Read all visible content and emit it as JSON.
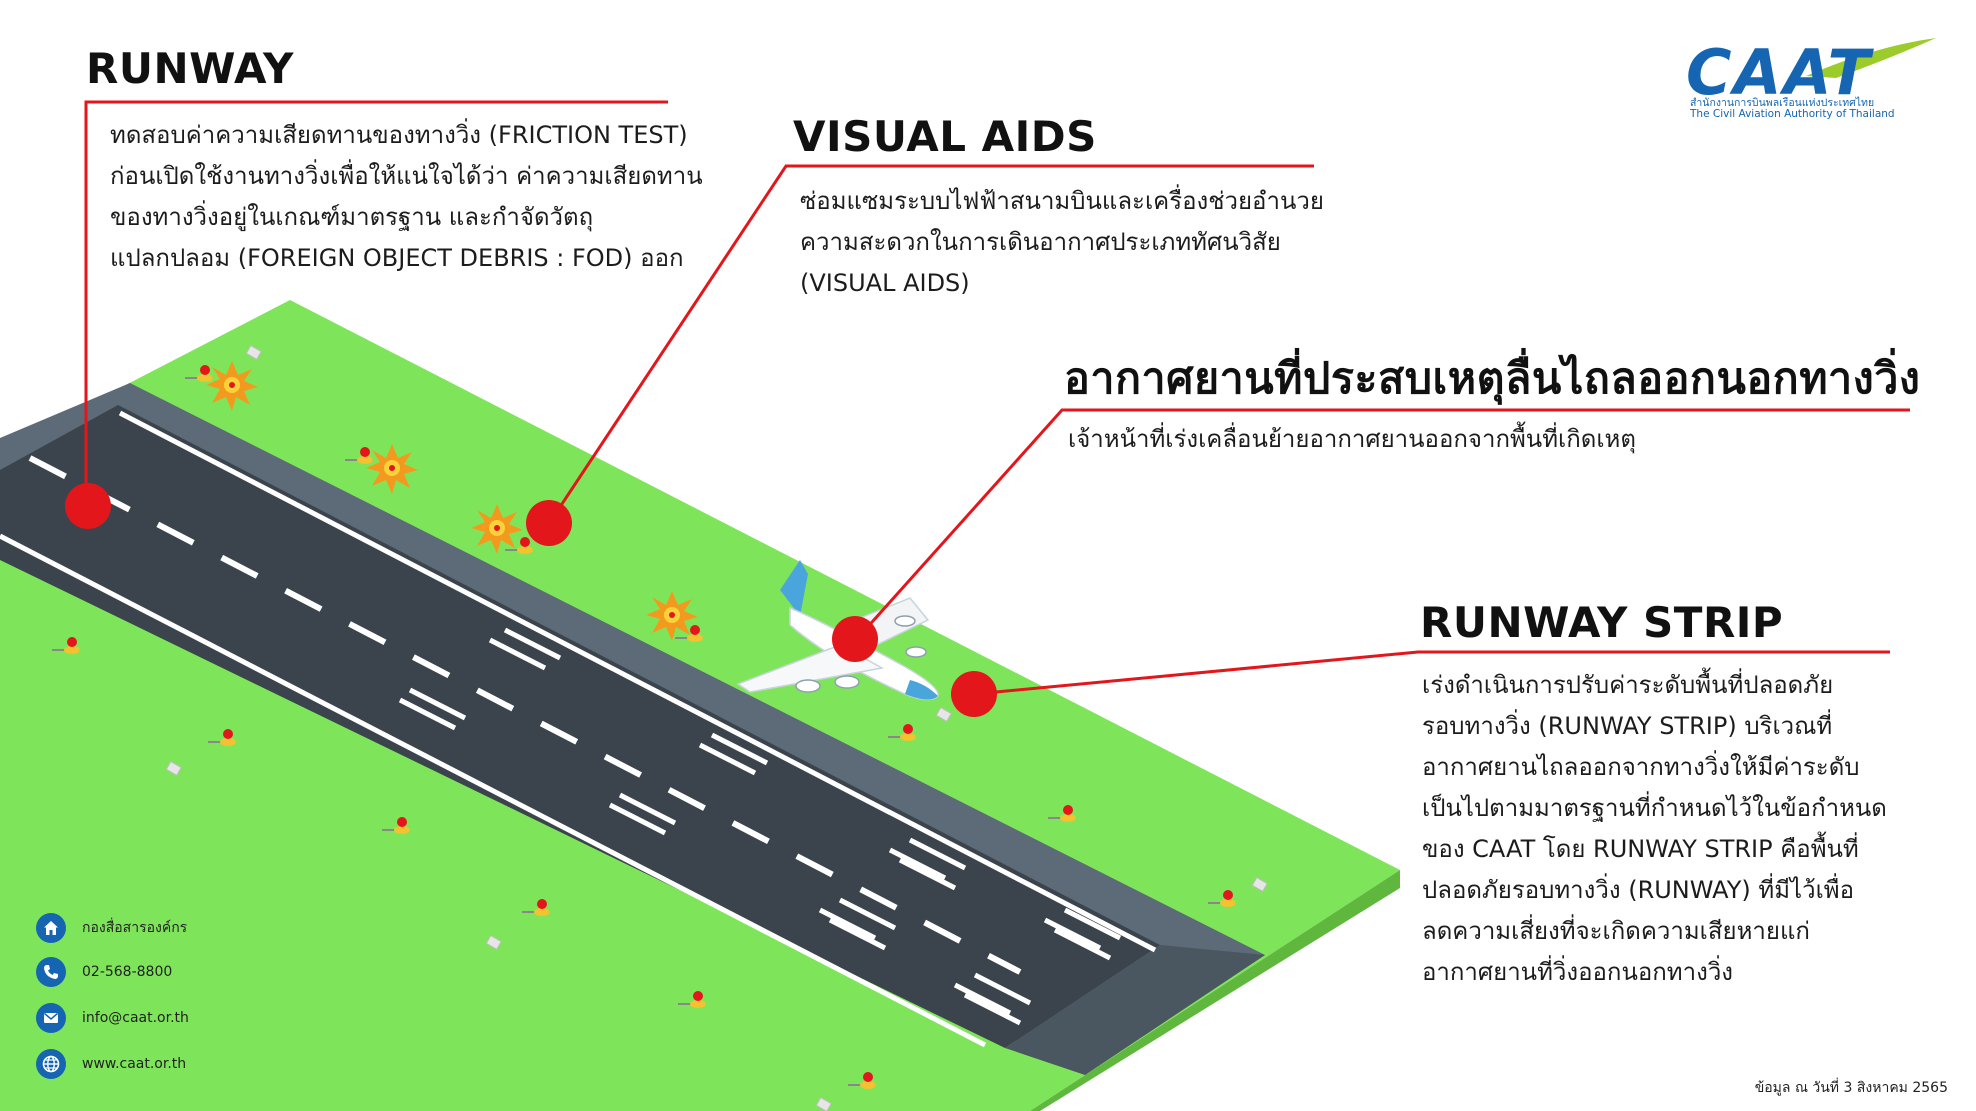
{
  "sections": {
    "runway": {
      "heading": "RUNWAY",
      "lines": [
        "ทดสอบค่าความเสียดทานของทางวิ่ง (FRICTION TEST)",
        "ก่อนเปิดใช้งานทางวิ่งเพื่อให้แน่ใจได้ว่า ค่าความเสียดทาน",
        "ของทางวิ่งอยู่ในเกณฑ์มาตรฐาน และกำจัดวัตถุ",
        "แปลกปลอม (FOREIGN OBJECT DEBRIS : FOD) ออก"
      ]
    },
    "visual_aids": {
      "heading": "VISUAL AIDS",
      "lines": [
        "ซ่อมแซมระบบไฟฟ้าสนามบินและเครื่องช่วยอำนวย",
        "ความสะดวกในการเดินอากาศประเภททัศนวิสัย",
        "(VISUAL AIDS)"
      ]
    },
    "aircraft": {
      "heading": "อากาศยานที่ประสบเหตุลื่นไถลออกนอกทางวิ่ง",
      "lines": [
        "เจ้าหน้าที่เร่งเคลื่อนย้ายอากาศยานออกจากพื้นที่เกิดเหตุ"
      ]
    },
    "runway_strip": {
      "heading": "RUNWAY STRIP",
      "lines": [
        "เร่งดำเนินการปรับค่าระดับพื้นที่ปลอดภัย",
        "รอบทางวิ่ง (RUNWAY STRIP) บริเวณที่",
        "อากาศยานไถลออกจากทางวิ่งให้มีค่าระดับ",
        "เป็นไปตามมาตรฐานที่กำหนดไว้ในข้อกำหนด",
        "ของ CAAT โดย RUNWAY STRIP คือพื้นที่",
        "ปลอดภัยรอบทางวิ่ง (RUNWAY) ที่มีไว้เพื่อ",
        "ลดความเสี่ยงที่จะเกิดความเสียหายแก่",
        "อากาศยานที่วิ่งออกนอกทางวิ่ง"
      ]
    }
  },
  "logo": {
    "word": "CAAT",
    "thai_name": "สำนักงานการบินพลเรือนแห่งประเทศไทย",
    "english_name": "The Civil Aviation Authority of Thailand"
  },
  "contacts": [
    {
      "icon": "home-icon",
      "label": "กองสื่อสารองค์กร"
    },
    {
      "icon": "phone-icon",
      "label": "02-568-8800"
    },
    {
      "icon": "mail-icon",
      "label": "info@caat.or.th"
    },
    {
      "icon": "globe-icon",
      "label": "www.caat.or.th"
    }
  ],
  "footnote": "ข้อมูล ณ วันที่ 3 สิงหาคม 2565",
  "colors": {
    "callout_red": "#e3161b",
    "grass": "#7ee55a",
    "grass_edge": "#5fb83d",
    "runway_asphalt": "#3b444c",
    "runway_shoulder": "#5c6b77",
    "brand_blue": "#1565b3",
    "logo_swoosh": "#9ccc2c"
  }
}
